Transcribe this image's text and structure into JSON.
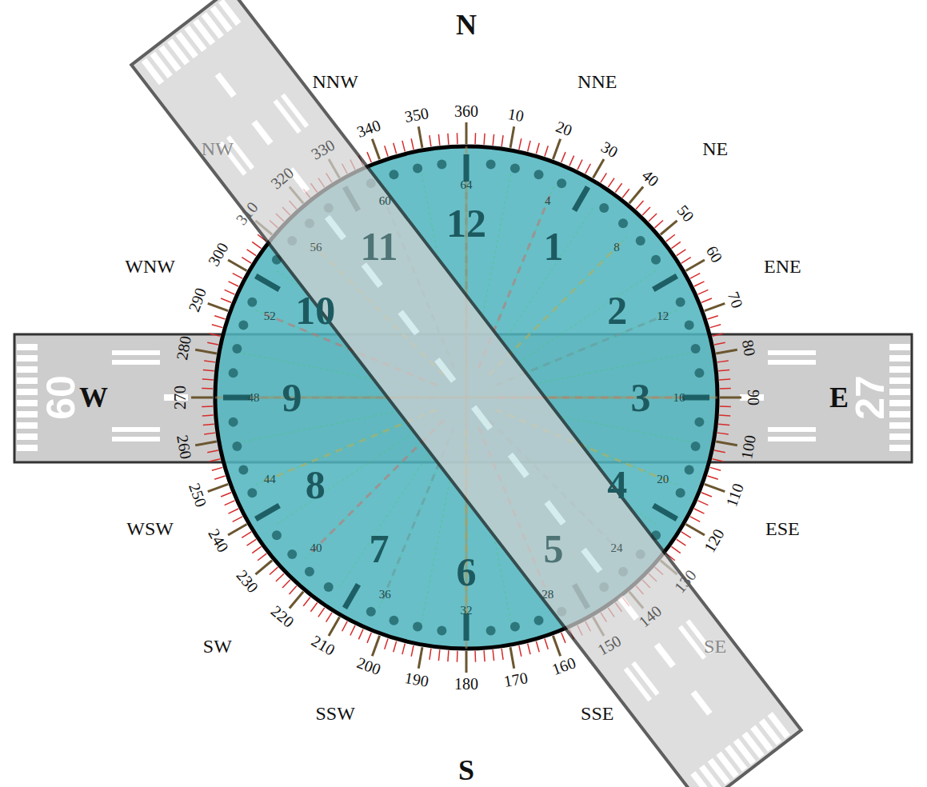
{
  "diagram": {
    "labels": [
      "N",
      "NNE",
      "NE",
      "ENE",
      "E",
      "ESE",
      "SE",
      "SSE",
      "S",
      "SSW",
      "SW",
      "WSW",
      "W",
      "WNW",
      "NW",
      "NNW",
      "10",
      "20",
      "30",
      "40",
      "50",
      "60",
      "70",
      "80",
      "90",
      "100",
      "110",
      "120",
      "130",
      "140",
      "150",
      "160",
      "170",
      "180",
      "190",
      "200",
      "210",
      "220",
      "230",
      "240",
      "250",
      "260",
      "270",
      "280",
      "290",
      "300",
      "310",
      "320",
      "330",
      "340",
      "350",
      "360",
      "1",
      "2",
      "3",
      "4",
      "5",
      "6",
      "7",
      "8",
      "9",
      "10",
      "11",
      "12",
      "4",
      "8",
      "12",
      "16",
      "20",
      "24",
      "28",
      "32",
      "36",
      "40",
      "44",
      "48",
      "52",
      "56",
      "60",
      "64",
      "09",
      "27"
    ]
  }
}
